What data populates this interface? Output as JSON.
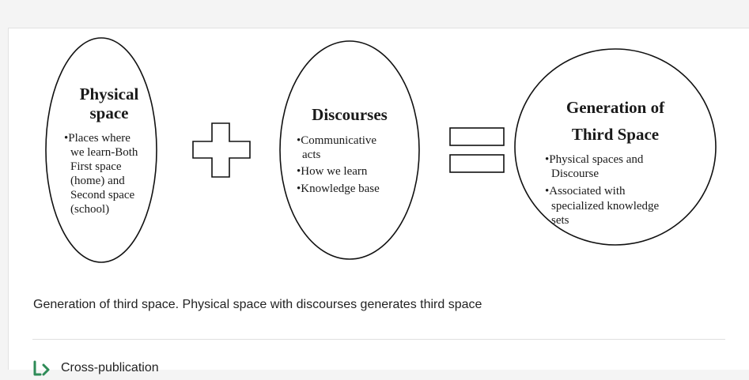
{
  "diagram": {
    "physical": {
      "title": [
        "Physical",
        "space"
      ],
      "bullets": [
        "•Places where",
        "we learn-Both",
        "First space",
        "(home) and",
        "Second space",
        "(school)"
      ]
    },
    "discourses": {
      "title": [
        "Discourses"
      ],
      "bullets": [
        "•Communicative",
        "acts",
        "•How we learn",
        "•Knowledge base"
      ]
    },
    "third_space": {
      "title": [
        "Generation of",
        "Third Space"
      ],
      "bullets": [
        "•Physical spaces and",
        "Discourse",
        "•Associated with",
        "specialized knowledge",
        "sets"
      ]
    },
    "operators": {
      "plus": "plus-icon",
      "equals": "equals-icon"
    }
  },
  "caption": "Generation of third space. Physical space with discourses generates third space",
  "section": {
    "title": "Cross-publication",
    "icon": "arrow-mark-icon",
    "accent_color": "#2e8b57"
  }
}
